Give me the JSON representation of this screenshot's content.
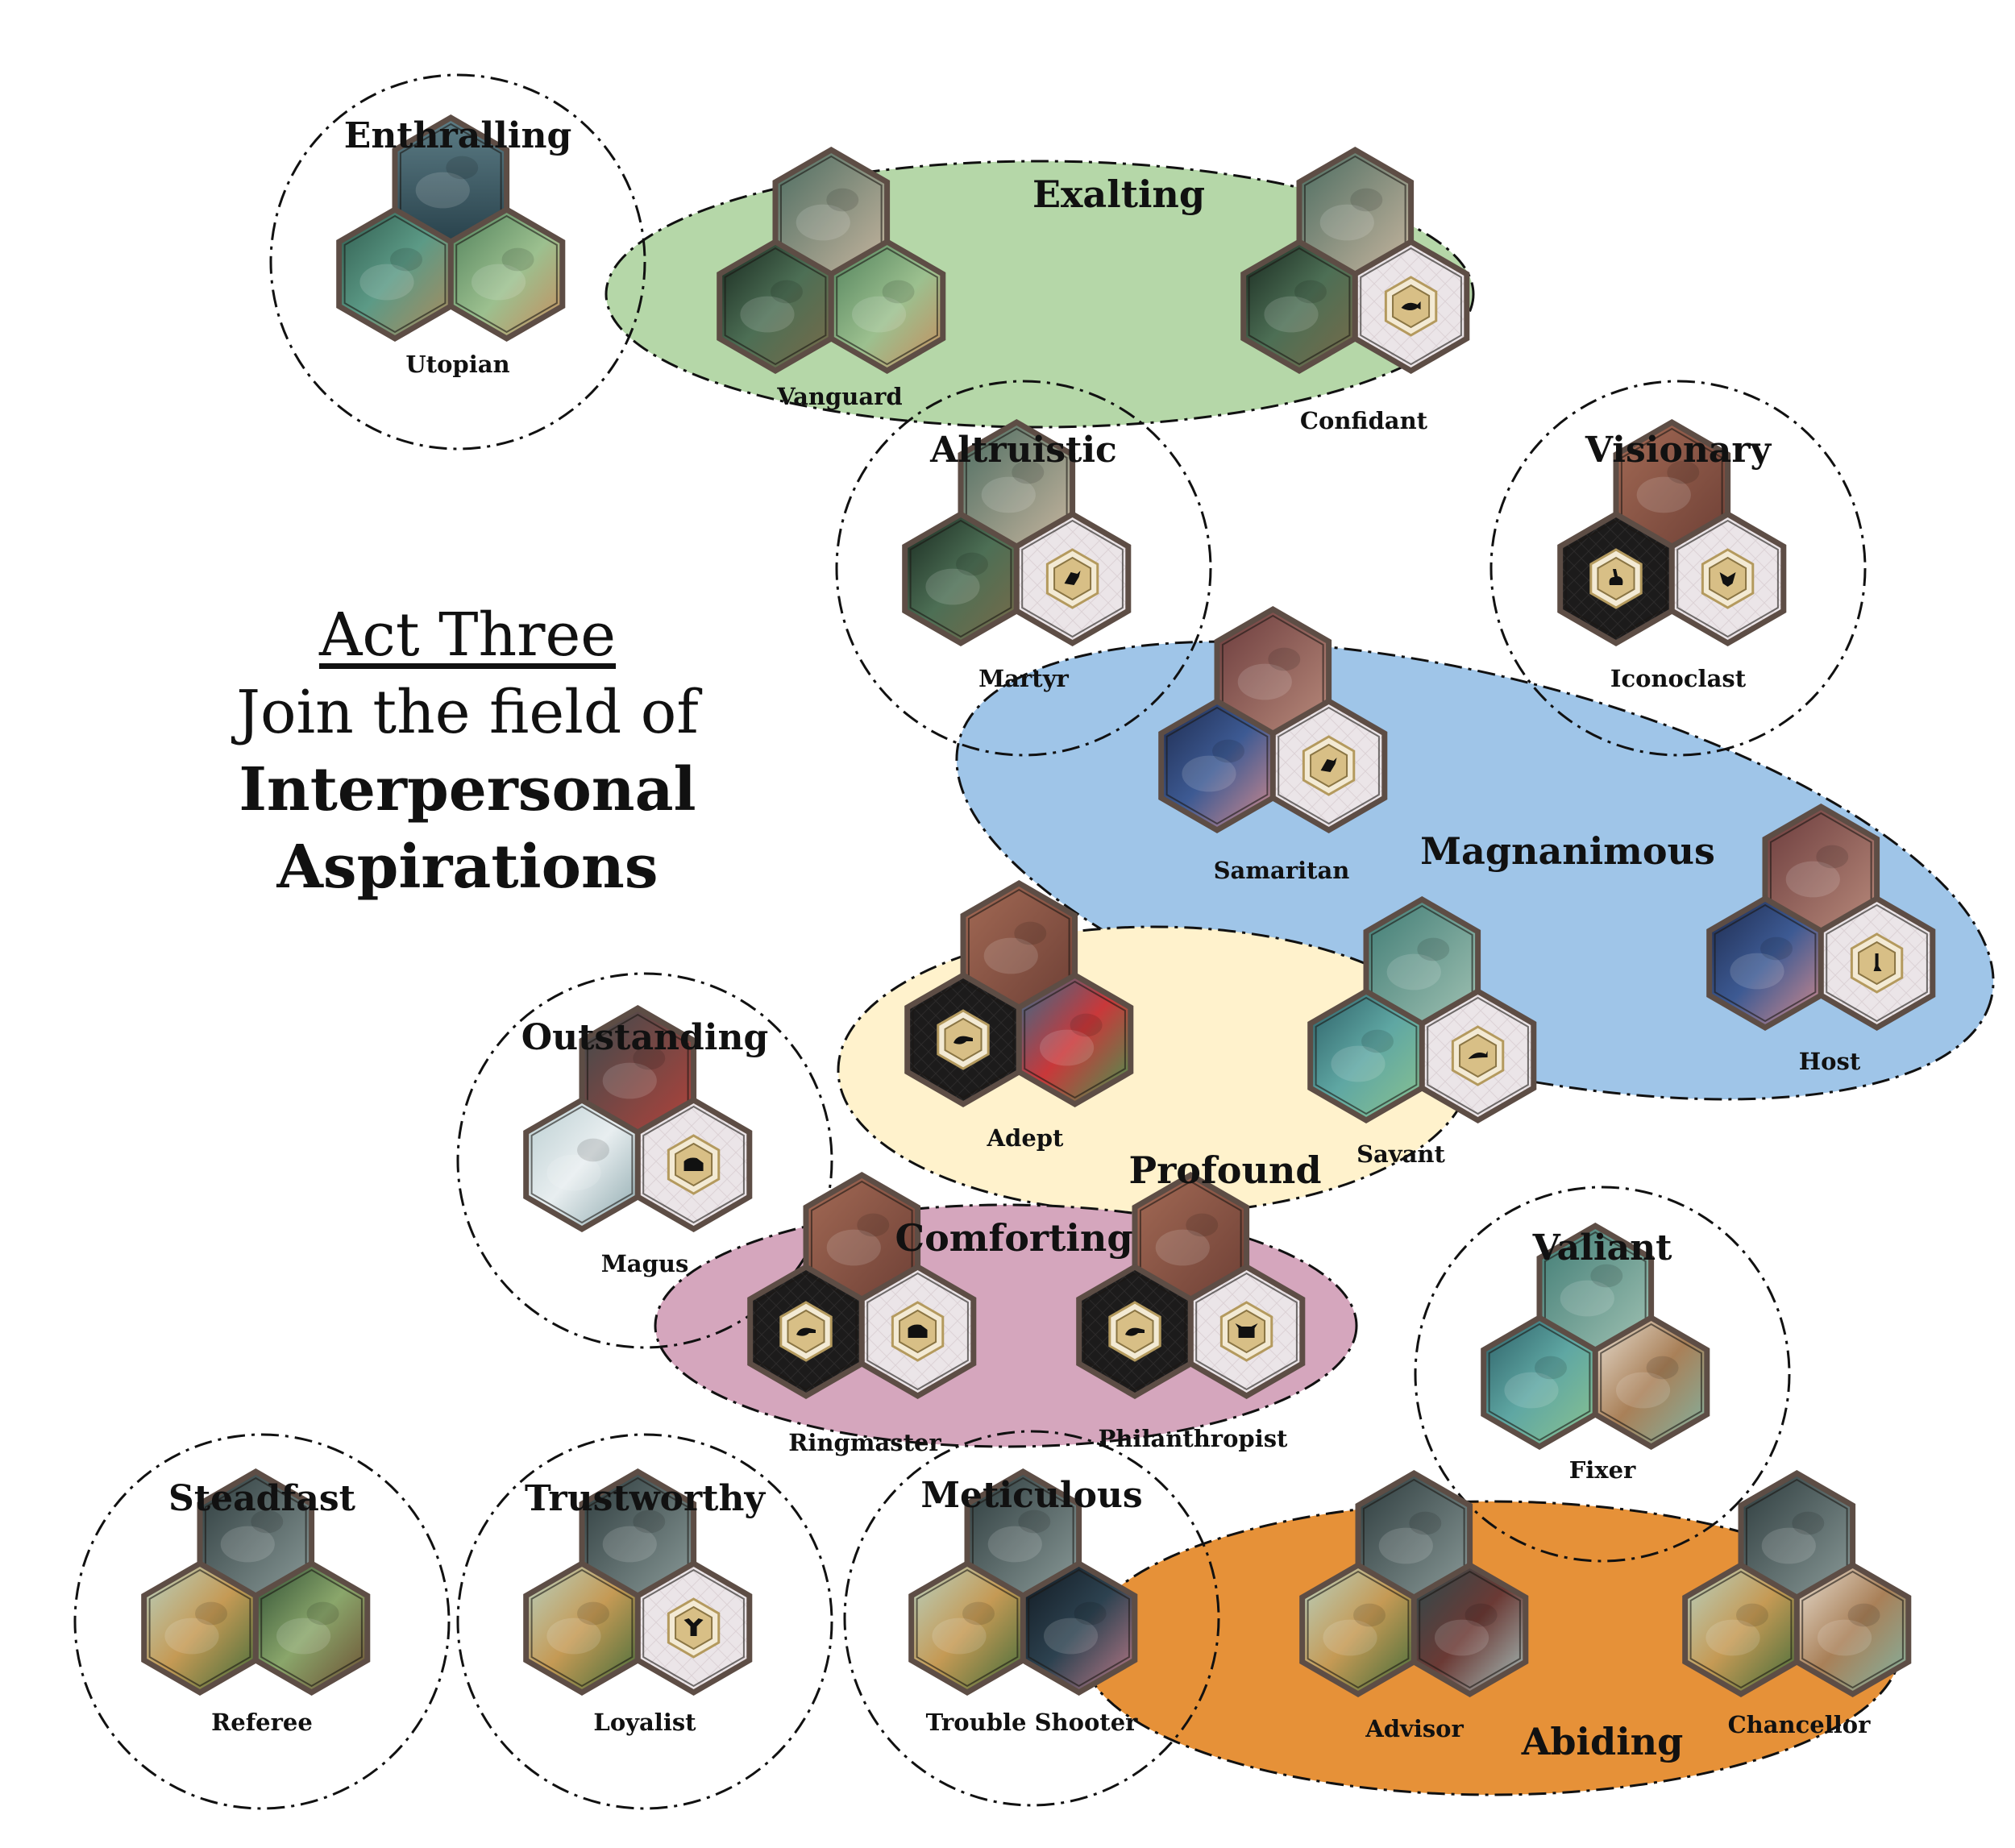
{
  "heading": {
    "line1": "Act Three",
    "line2": "Join the field of",
    "line3": "Interpersonal",
    "line4": "Aspirations"
  },
  "palette": {
    "exalting_fill": "#b5d7a8",
    "exalting_text": "#3e7c23",
    "magnanimous_fill": "#9fc5e8",
    "magnanimous_text": "#1111ee",
    "profound_fill": "#fff2cc",
    "profound_text": "#c9a227",
    "comforting_fill": "#d5a6bd",
    "comforting_text": "#b04c82",
    "abiding_fill": "#e69138",
    "abiding_text": "#7f4512",
    "hex_black": "#1c1b1b",
    "hex_light": "#e9e3e6",
    "hex_border": "#5d4d45",
    "badge_gold": "#d8bf86"
  },
  "single_groups": [
    {
      "id": "enthralling",
      "title": "Enthralling",
      "cards": [
        {
          "label": "Utopian",
          "left": "art-river",
          "right": "art-monkey",
          "back": "art-mountain"
        }
      ]
    },
    {
      "id": "altruistic",
      "title": "Altruistic",
      "cards": [
        {
          "label": "Martyr",
          "left": "art-jungle",
          "right": "token-raven",
          "back": "art-bird"
        }
      ]
    },
    {
      "id": "visionary",
      "title": "Visionary",
      "cards": [
        {
          "label": "Iconoclast",
          "left": "token-rabbit",
          "right": "token-fox",
          "back": "art-desert"
        }
      ]
    },
    {
      "id": "outstanding",
      "title": "Outstanding",
      "cards": [
        {
          "label": "Magus",
          "left": "art-snow-leopard",
          "right": "token-bison",
          "back": "art-vulture"
        }
      ]
    },
    {
      "id": "valiant",
      "title": "Valiant",
      "cards": [
        {
          "label": "Fixer",
          "left": "art-whale",
          "right": "art-mammoth",
          "back": "art-ocean"
        }
      ]
    },
    {
      "id": "steadfast",
      "title": "Steadfast",
      "cards": [
        {
          "label": "Referee",
          "left": "art-bear",
          "right": "art-gazelle",
          "back": "art-crow"
        }
      ]
    },
    {
      "id": "trustworthy",
      "title": "Trustworthy",
      "cards": [
        {
          "label": "Loyalist",
          "left": "art-bear",
          "right": "token-moose",
          "back": "art-crow"
        }
      ]
    },
    {
      "id": "meticulous",
      "title": "Meticulous",
      "cards": [
        {
          "label": "Trouble Shooter",
          "left": "art-bear",
          "right": "art-snake",
          "back": "art-crow"
        }
      ]
    }
  ],
  "pair_groups": [
    {
      "id": "exalting",
      "title": "Exalting",
      "cards": [
        {
          "label": "Vanguard",
          "left": "art-jungle",
          "right": "art-monkey",
          "back": "art-bird"
        },
        {
          "label": "Confidant",
          "left": "art-jungle",
          "right": "token-whale",
          "back": "art-bird"
        }
      ]
    },
    {
      "id": "magnanimous",
      "title": "Magnanimous",
      "cards": [
        {
          "label": "Samaritan",
          "left": "art-bat",
          "right": "token-raven",
          "back": "art-condor"
        },
        {
          "label": "Host",
          "left": "art-bat",
          "right": "token-bird",
          "back": "art-condor"
        }
      ]
    },
    {
      "id": "profound",
      "title": "Profound",
      "cards": [
        {
          "label": "Adept",
          "left": "token-platypus",
          "right": "art-octopus",
          "back": "art-desert"
        },
        {
          "label": "Savant",
          "left": "art-whale",
          "right": "token-dolphin",
          "back": "art-ocean"
        }
      ]
    },
    {
      "id": "comforting",
      "title": "Comforting",
      "cards": [
        {
          "label": "Ringmaster",
          "left": "token-platypus",
          "right": "token-bison",
          "back": "art-desert"
        },
        {
          "label": "Philanthropist",
          "left": "token-platypus",
          "right": "token-bull",
          "back": "art-desert"
        }
      ]
    },
    {
      "id": "abiding",
      "title": "Abiding",
      "cards": [
        {
          "label": "Advisor",
          "left": "art-bear",
          "right": "art-gorilla",
          "back": "art-crow"
        },
        {
          "label": "Chancellor",
          "left": "art-bear",
          "right": "art-mammoth",
          "back": "art-crow"
        }
      ]
    }
  ]
}
